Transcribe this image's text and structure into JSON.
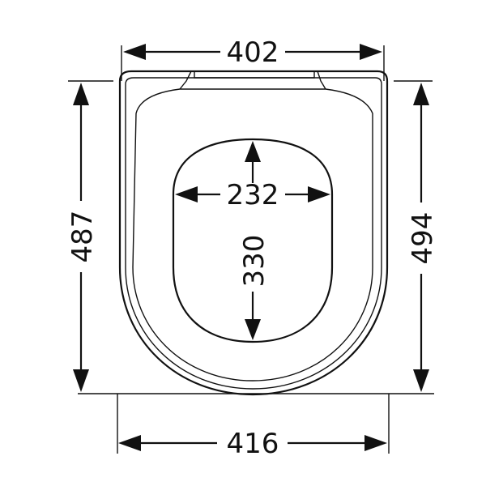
{
  "dimensions": {
    "top_width": "402",
    "bottom_width": "416",
    "left_height": "487",
    "right_height": "494",
    "opening_width": "232",
    "opening_height": "330"
  },
  "colors": {
    "line": "#111111",
    "background": "#ffffff"
  }
}
